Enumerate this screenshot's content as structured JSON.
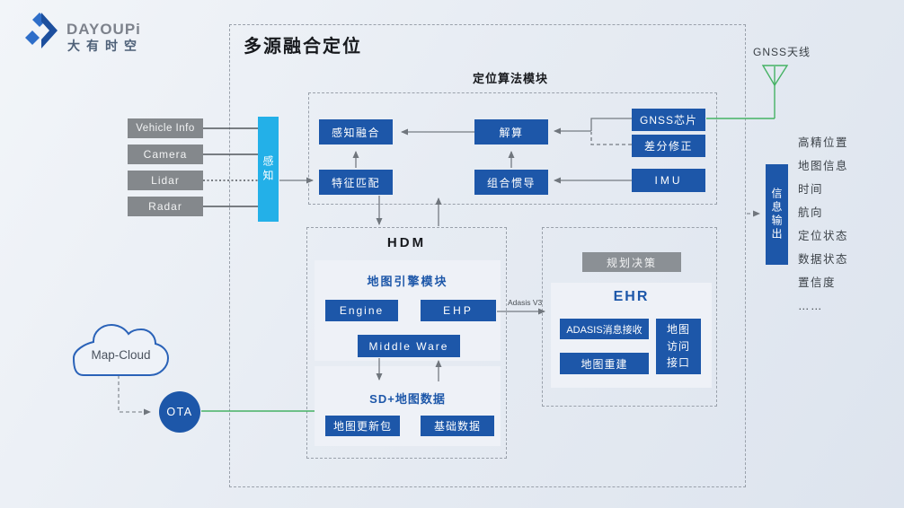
{
  "brand": {
    "name_en": "DAYOUPi",
    "name_cn": "大有时空"
  },
  "diagram": {
    "title": "多源融合定位",
    "algo": {
      "label": "定位算法模块",
      "fusion": "感知融合",
      "solve": "解算",
      "feature_match": "特征匹配",
      "integrated_nav": "组合惯导",
      "gnss_chip": "GNSS芯片",
      "diff_correction": "差分修正",
      "imu": "IMU"
    },
    "sensors": {
      "items": [
        "Vehicle Info",
        "Camera",
        "Lidar",
        "Radar"
      ],
      "bus": "感知"
    },
    "hdm": {
      "label": "HDM",
      "engine_title": "地图引擎模块",
      "engine": "Engine",
      "ehp": "EHP",
      "middleware": "Middle Ware",
      "sd_title": "SD+地图数据",
      "map_update": "地图更新包",
      "base_data": "基础数据"
    },
    "ehr": {
      "planning": "规划决策",
      "title": "EHR",
      "adasis_receive": "ADASIS消息接收",
      "map_rebuild": "地图重建",
      "map_access": "地图\n访问\n接口"
    },
    "antenna": {
      "label": "GNSS天线"
    },
    "output": {
      "bus": "信息输出",
      "items": [
        "高精位置",
        "地图信息",
        "时间",
        "航向",
        "定位状态",
        "数据状态",
        "置信度",
        "……"
      ]
    },
    "cloud": {
      "label": "Map-Cloud",
      "ota": "OTA"
    },
    "adasis_v3": "Adasis V3"
  },
  "colors": {
    "primary_blue": "#1d57a9",
    "cyan": "#23b0e8",
    "green": "#45b264",
    "gray_box": "#84888c",
    "background": "#e7ecf3"
  }
}
